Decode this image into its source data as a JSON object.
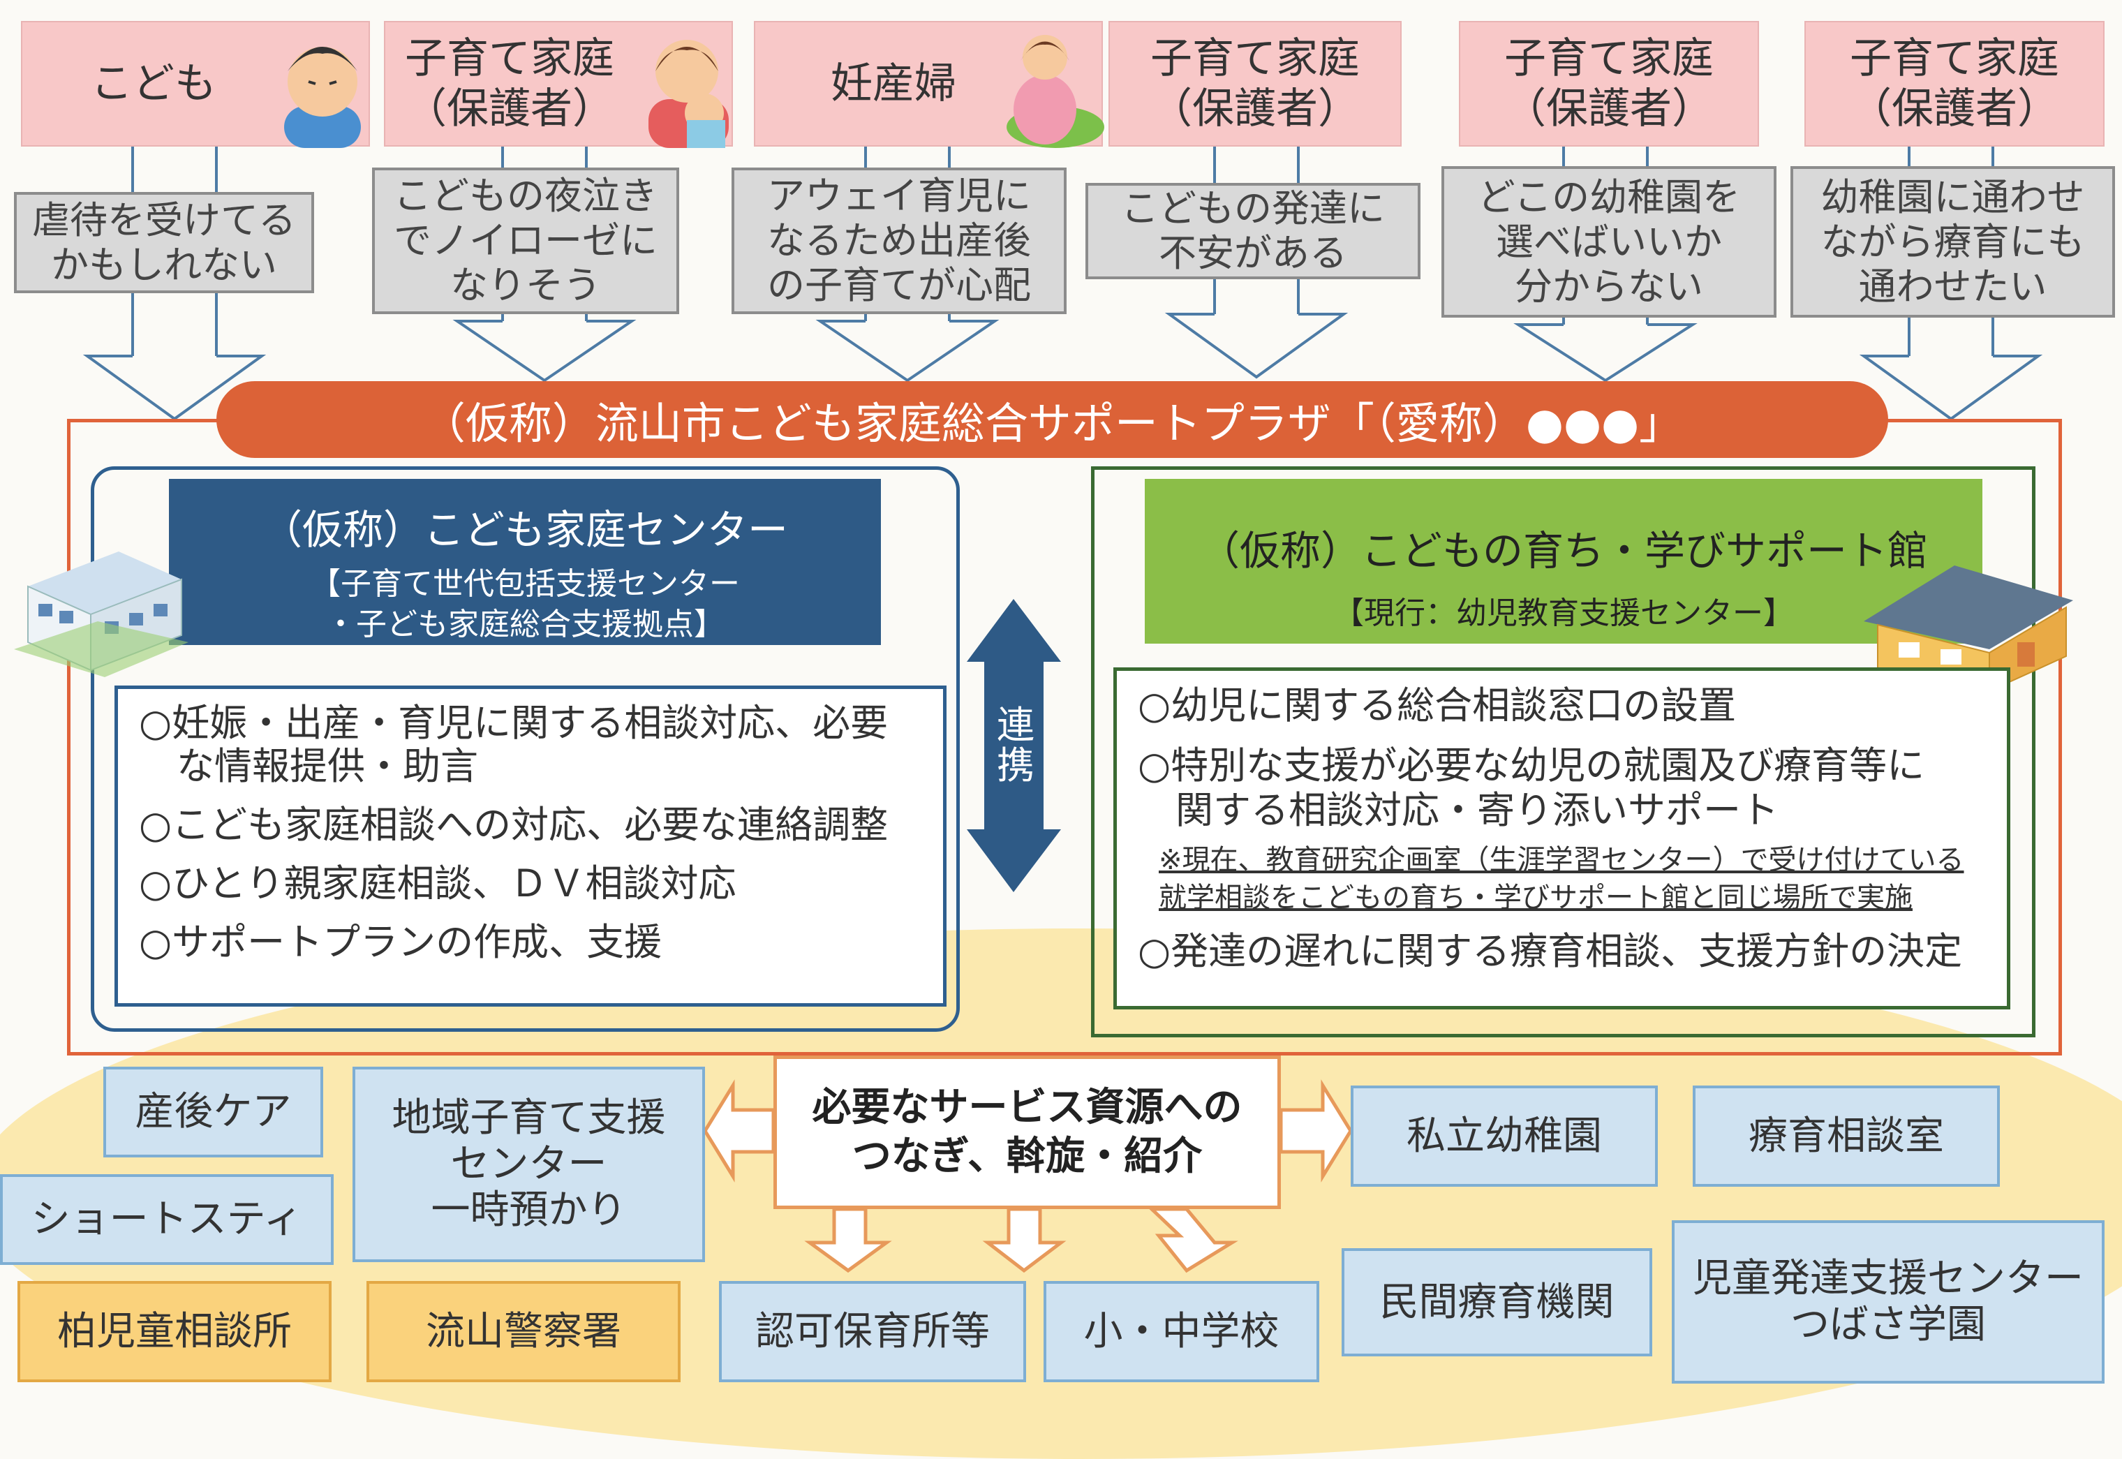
{
  "users": [
    {
      "label": "こども",
      "concern": "虐待を受けてる\nかもしれない"
    },
    {
      "label": "子育て家庭\n（保護者）",
      "concern": "こどもの夜泣き\nでノイローゼに\nなりそう"
    },
    {
      "label": "妊産婦",
      "concern": "アウェイ育児に\nなるため出産後\nの子育てが心配"
    },
    {
      "label": "子育て家庭\n（保護者）",
      "concern": "こどもの発達に\n不安がある"
    },
    {
      "label": "子育て家庭\n（保護者）",
      "concern": "どこの幼稚園を\n選べばいいか\n分からない"
    },
    {
      "label": "子育て家庭\n（保護者）",
      "concern": "幼稚園に通わせ\nながら療育にも\n通わせたい"
    }
  ],
  "banner": "（仮称）流山市こども家庭総合サポートプラザ「（愛称）●●●」",
  "center": {
    "title": "（仮称）こども家庭センター",
    "subtitle": "【子育て世代包括支援センター\n・子ども家庭総合支援拠点】",
    "items": [
      "○妊娠・出産・育児に関する相談対応、必要\n　な情報提供・助言",
      "○こども家庭相談への対応、必要な連絡調整",
      "○ひとり親家庭相談、ＤＶ相談対応",
      "○サポートプランの作成、支援"
    ]
  },
  "link_label": "連\n携",
  "support": {
    "title": "（仮称）こどもの育ち・学びサポート館",
    "subtitle": "【現行：幼児教育支援センター】",
    "item1": "○幼児に関する総合相談窓口の設置",
    "item2": "○特別な支援が必要な幼児の就園及び療育等に\n　関する相談対応・寄り添いサポート",
    "note": "※現在、教育研究企画室（生涯学習センター）で受け付けている\n就学相談をこどもの育ち・学びサポート館と同じ場所で実施",
    "item3": "○発達の遅れに関する療育相談、支援方針の決定"
  },
  "resources": {
    "center": "必要なサービス資源への\nつなぎ、斡旋・紹介",
    "postpartum": "産後ケア",
    "regional": "地域子育て支援\nセンター\n一時預かり",
    "shortstay": "ショートスティ",
    "kashiwa": "柏児童相談所",
    "police": "流山警察署",
    "nursery": "認可保育所等",
    "school": "小・中学校",
    "private_kg": "私立幼稚園",
    "therapy_room": "療育相談室",
    "private_therapy": "民間療育機関",
    "tsubasa": "児童発達支援センター\nつばさ学園"
  },
  "colors": {
    "orange_banner": "#dc6237",
    "navy": "#2e5a86",
    "green": "#8bbe48",
    "pink": "#f8c8c8",
    "gray": "#d9d9d9"
  }
}
